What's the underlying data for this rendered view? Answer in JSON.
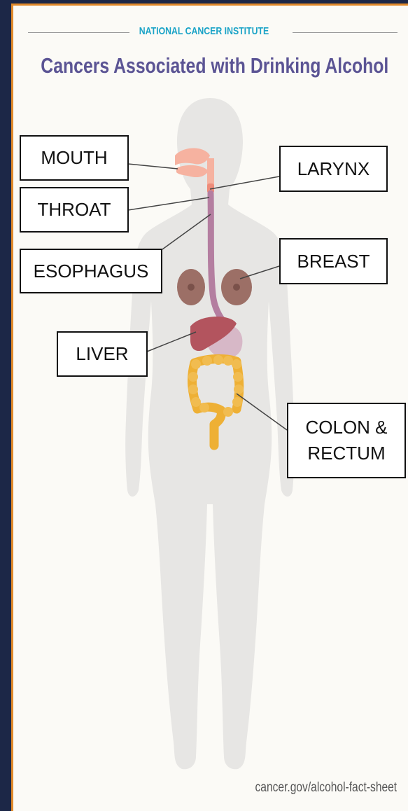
{
  "header": {
    "org": "NATIONAL CANCER INSTITUTE",
    "title": "Cancers Associated with Drinking Alcohol"
  },
  "labels": {
    "mouth": "MOUTH",
    "throat": "THROAT",
    "esophagus": "ESOPHAGUS",
    "liver": "LIVER",
    "larynx": "LARYNX",
    "breast": "BREAST",
    "colon": "COLON &\nRECTUM"
  },
  "footer": {
    "source": "cancer.gov/alcohol-fact-sheet"
  },
  "colors": {
    "background": "#1c2747",
    "panel": "#fbfaf6",
    "accent_border": "#e0892a",
    "org_text": "#1aa3c7",
    "title_text": "#5b5494",
    "body": "#e7e6e4",
    "mouth": "#f6b2a0",
    "esophagus": "#b47ea0",
    "breast": "#9c6f66",
    "liver": "#b3545e",
    "stomach": "#d7b8c7",
    "colon": "#eeb035"
  }
}
